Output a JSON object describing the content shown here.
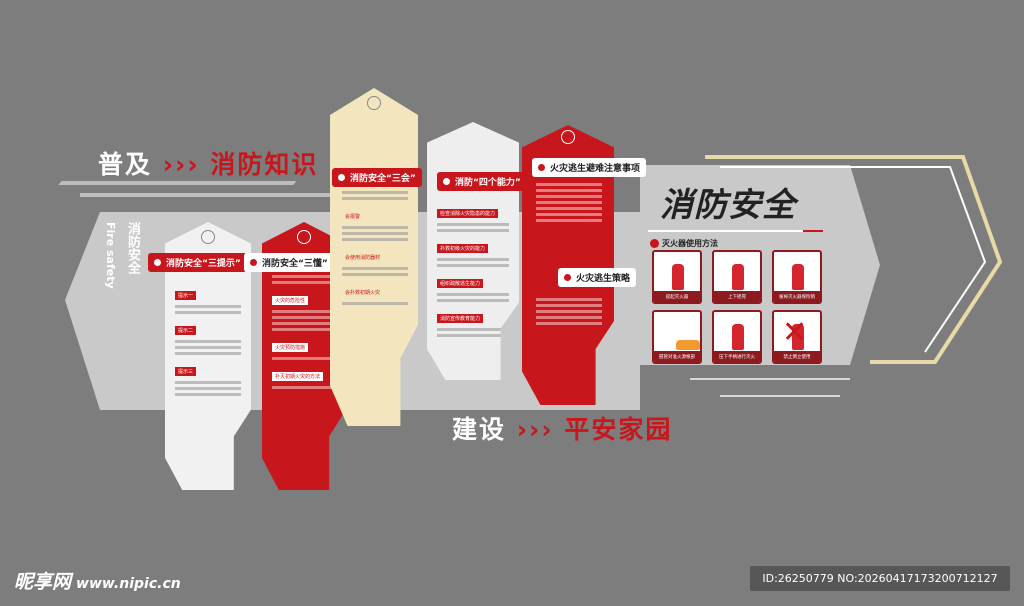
{
  "headline_top": {
    "left": "普及",
    "arrows": "›››",
    "right": "消防知识"
  },
  "headline_bottom": {
    "left": "建设",
    "arrows": "›››",
    "right": "平安家园"
  },
  "side_label": {
    "cn": "消防安全",
    "en": "Fire safety"
  },
  "main_title": "消防安全",
  "panels": {
    "tips": {
      "title": "消防安全“三提示”",
      "subs": [
        "提示一",
        "提示二",
        "提示三"
      ]
    },
    "understand": {
      "title": "消防安全“三懂”",
      "subs": [
        "火灾的危险性",
        "火灾预防措施",
        "扑灭初期火灾的方法"
      ]
    },
    "skills": {
      "title": "消防安全“三会”",
      "subs": [
        "会报警",
        "会使用消防器材",
        "会扑救初期火灾"
      ]
    },
    "abilities": {
      "title": "消防“四个能力”",
      "subs": [
        "检查消除火灾隐患的能力",
        "扑救初级火灾的能力",
        "组织疏散逃生能力",
        "消防宣传教育能力"
      ]
    },
    "escape_notes": {
      "title": "火灾逃生避难注意事项"
    },
    "escape_strategy": {
      "title": "火灾逃生策略"
    }
  },
  "extinguisher": {
    "title": "灭火器使用方法",
    "steps": [
      "提起灭火器",
      "上下摇晃",
      "拔掉灭火器保险销",
      "握管对准火源根部",
      "压下手柄进行灭火",
      "禁止倒立使用"
    ]
  },
  "watermark": {
    "logo": "昵享网",
    "url": "www.nipic.cn",
    "id": "ID:26250779 NO:20260417173200712127"
  },
  "colors": {
    "background": "#7d7d7d",
    "band": "#c9c9c9",
    "accent_red": "#c8161d",
    "gold": "#e8d9a8"
  }
}
